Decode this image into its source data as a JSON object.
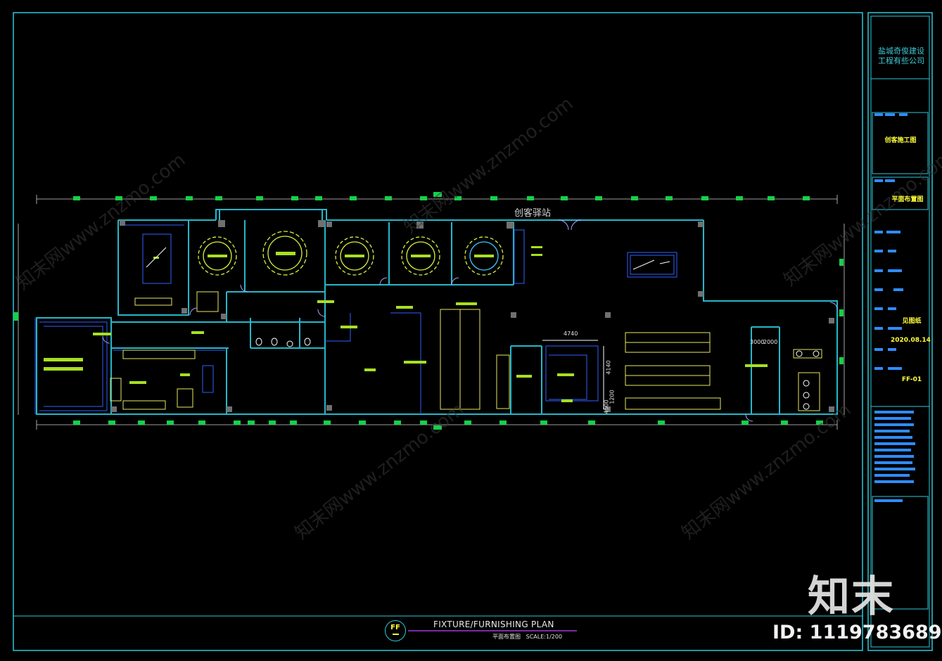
{
  "title_block": {
    "company_line1": "盐城奇俊建设",
    "company_line2": "工程有些公司",
    "project_name": "创客施工图",
    "drawing_name": "平面布置图",
    "scale_label": "见图纸",
    "date": "2020.08.14",
    "sheet_no": "FF-01"
  },
  "plan": {
    "room_label": "创客驿站",
    "title_en": "FIXTURE/FURNISHING PLAN",
    "subtitle_cn": "平面布置图",
    "scale_text": "SCALE:1/200",
    "symbol": "FF",
    "dimensions": {
      "d1": "4740",
      "d2": "4140",
      "d3": "3000",
      "d4": "2000",
      "d5": "4500",
      "d6": "1200"
    }
  },
  "watermark": {
    "site": "知末网www.znzmo.com",
    "brand": "知末",
    "id_text": "ID: 1119783689"
  },
  "colors": {
    "cyan": "#2ec8d8",
    "blue": "#3060ff",
    "green": "#16d14a",
    "yellow": "#ffff3a",
    "lime": "#a8e020",
    "wall": "#27b7c9"
  }
}
